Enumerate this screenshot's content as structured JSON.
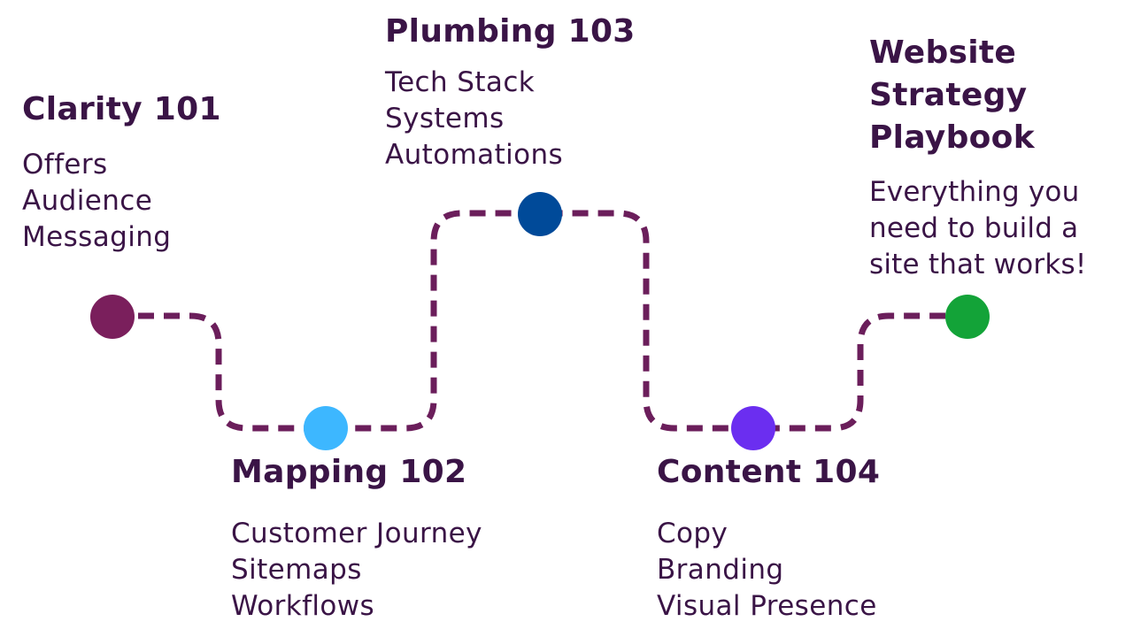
{
  "colors": {
    "text": "#3a1446",
    "path": "#6b1e5b"
  },
  "stages": {
    "clarity": {
      "title": "Clarity 101",
      "items": [
        "Offers",
        "Audience",
        "Messaging"
      ],
      "dot_color": "#7a1f5c"
    },
    "mapping": {
      "title": "Mapping 102",
      "items": [
        "Customer Journey",
        "Sitemaps",
        "Workflows"
      ],
      "dot_color": "#3db7ff"
    },
    "plumbing": {
      "title": "Plumbing 103",
      "items": [
        "Tech Stack",
        "Systems",
        "Automations"
      ],
      "dot_color": "#004a99"
    },
    "content": {
      "title": "Content 104",
      "items": [
        "Copy",
        "Branding",
        "Visual Presence"
      ],
      "dot_color": "#6b2ef0"
    },
    "playbook": {
      "title_lines": [
        "Website",
        "Strategy",
        "Playbook"
      ],
      "description_lines": [
        "Everything you",
        "need to build a",
        "site that works!"
      ],
      "dot_color": "#13a338"
    }
  }
}
